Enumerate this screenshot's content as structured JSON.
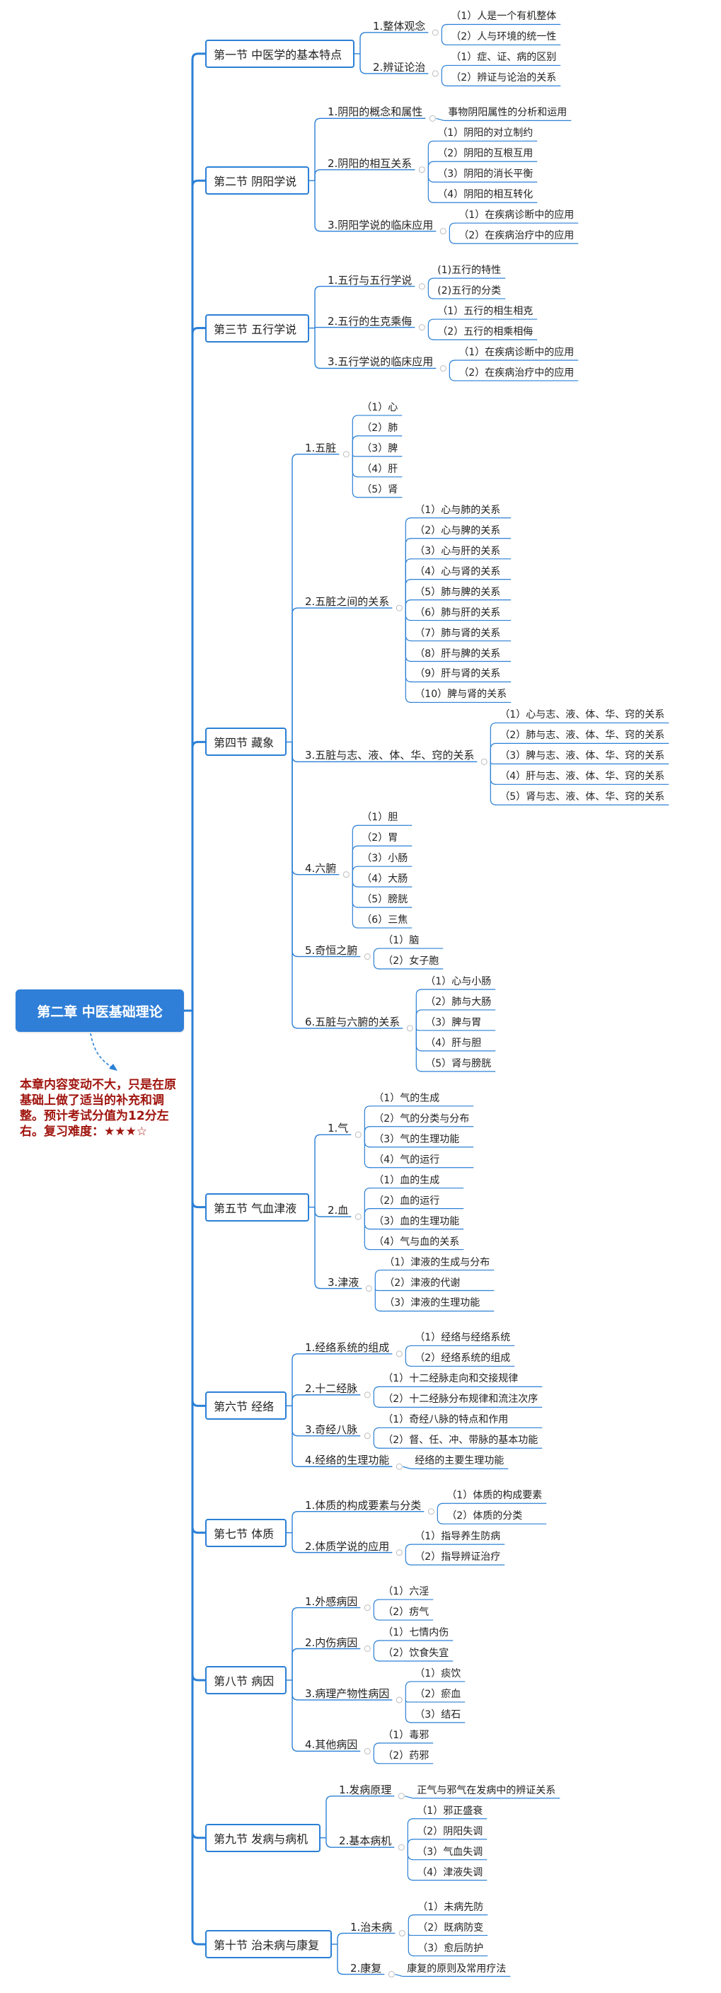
{
  "root": {
    "title": "第二章  中医基础理论"
  },
  "note": {
    "text": "本章内容变动不大，只是在原基础上做了适当的补充和调整。预计考试分值为12分左右。复习难度：★★★☆"
  },
  "sections": [
    {
      "label": "第一节  中医学的基本特点",
      "children": [
        {
          "label": "1.整体观念",
          "children": [
            "（1）人是一个有机整体",
            "（2）人与环境的统一性"
          ]
        },
        {
          "label": "2.辨证论治",
          "children": [
            "（1）症、证、病的区别",
            "（2）辨证与论治的关系"
          ]
        }
      ]
    },
    {
      "label": "第二节  阴阳学说",
      "children": [
        {
          "label": "1.阴阳的概念和属性",
          "children": [
            "事物阴阳属性的分析和运用"
          ]
        },
        {
          "label": "2.阴阳的相互关系",
          "children": [
            "（1）阴阳的对立制约",
            "（2）阴阳的互根互用",
            "（3）阴阳的消长平衡",
            "（4）阴阳的相互转化"
          ]
        },
        {
          "label": "3.阴阳学说的临床应用",
          "children": [
            "（1）在疾病诊断中的应用",
            "（2）在疾病治疗中的应用"
          ]
        }
      ]
    },
    {
      "label": "第三节  五行学说",
      "children": [
        {
          "label": "1.五行与五行学说",
          "children": [
            "(1)五行的特性",
            "(2)五行的分类"
          ]
        },
        {
          "label": "2.五行的生克乘侮",
          "children": [
            "（1）五行的相生相克",
            "（2）五行的相乘相侮"
          ]
        },
        {
          "label": "3.五行学说的临床应用",
          "children": [
            "（1）在疾病诊断中的应用",
            "（2）在疾病治疗中的应用"
          ]
        }
      ]
    },
    {
      "label": "第四节  藏象",
      "children": [
        {
          "label": "1.五脏",
          "children": [
            "（1）心",
            "（2）肺",
            "（3）脾",
            "（4）肝",
            "（5）肾"
          ]
        },
        {
          "label": "2.五脏之间的关系",
          "children": [
            "（1）心与肺的关系",
            "（2）心与脾的关系",
            "（3）心与肝的关系",
            "（4）心与肾的关系",
            "（5）肺与脾的关系",
            "（6）肺与肝的关系",
            "（7）肺与肾的关系",
            "（8）肝与脾的关系",
            "（9）肝与肾的关系",
            "（10）脾与肾的关系"
          ]
        },
        {
          "label": "3.五脏与志、液、体、华、窍的关系",
          "children": [
            "（1）心与志、液、体、华、窍的关系",
            "（2）肺与志、液、体、华、窍的关系",
            "（3）脾与志、液、体、华、窍的关系",
            "（4）肝与志、液、体、华、窍的关系",
            "（5）肾与志、液、体、华、窍的关系"
          ]
        },
        {
          "label": "4.六腑",
          "children": [
            "（1）胆",
            "（2）胃",
            "（3）小肠",
            "（4）大肠",
            "（5）膀胱",
            "（6）三焦"
          ]
        },
        {
          "label": "5.奇恒之腑",
          "children": [
            "（1）脑",
            "（2）女子胞"
          ]
        },
        {
          "label": "6.五脏与六腑的关系",
          "children": [
            "（1）心与小肠",
            "（2）肺与大肠",
            "（3）脾与胃",
            "（4）肝与胆",
            "（5）肾与膀胱"
          ]
        }
      ]
    },
    {
      "label": "第五节  气血津液",
      "children": [
        {
          "label": "1.气",
          "children": [
            "（1）气的生成",
            "（2）气的分类与分布",
            "（3）气的生理功能",
            "（4）气的运行"
          ]
        },
        {
          "label": "2.血",
          "children": [
            "（1）血的生成",
            "（2）血的运行",
            "（3）血的生理功能",
            "（4）气与血的关系"
          ]
        },
        {
          "label": "3.津液",
          "children": [
            "（1）津液的生成与分布",
            "（2）津液的代谢",
            "（3）津液的生理功能"
          ]
        }
      ]
    },
    {
      "label": "第六节  经络",
      "children": [
        {
          "label": "1.经络系统的组成",
          "children": [
            "（1）经络与经络系统",
            "（2）经络系统的组成"
          ]
        },
        {
          "label": "2.十二经脉",
          "children": [
            "（1）十二经脉走向和交接规律",
            "（2）十二经脉分布规律和流注次序"
          ]
        },
        {
          "label": "3.奇经八脉",
          "children": [
            "（1）奇经八脉的特点和作用",
            "（2）督、任、冲、带脉的基本功能"
          ]
        },
        {
          "label": "4.经络的生理功能",
          "children": [
            "经络的主要生理功能"
          ]
        }
      ]
    },
    {
      "label": "第七节  体质",
      "children": [
        {
          "label": "1.体质的构成要素与分类",
          "children": [
            "（1）体质的构成要素",
            "（2）体质的分类"
          ]
        },
        {
          "label": "2.体质学说的应用",
          "children": [
            "（1）指导养生防病",
            "（2）指导辨证治疗"
          ]
        }
      ]
    },
    {
      "label": "第八节  病因",
      "children": [
        {
          "label": "1.外感病因",
          "children": [
            "（1）六淫",
            "（2）疠气"
          ]
        },
        {
          "label": "2.内伤病因",
          "children": [
            "（1）七情内伤",
            "（2）饮食失宜"
          ]
        },
        {
          "label": "3.病理产物性病因",
          "children": [
            "（1）痰饮",
            "（2）瘀血",
            "（3）结石"
          ]
        },
        {
          "label": "4.其他病因",
          "children": [
            "（1）毒邪",
            "（2）药邪"
          ]
        }
      ]
    },
    {
      "label": "第九节  发病与病机",
      "children": [
        {
          "label": "1.发病原理",
          "children": [
            "正气与邪气在发病中的辨证关系"
          ]
        },
        {
          "label": "2.基本病机",
          "children": [
            "（1）邪正盛衰",
            "（2）阴阳失调",
            "（3）气血失调",
            "（4）津液失调"
          ]
        }
      ]
    },
    {
      "label": "第十节  治未病与康复",
      "children": [
        {
          "label": "1.治未病",
          "children": [
            "（1）未病先防",
            "（2）既病防变",
            "（3）愈后防护"
          ]
        },
        {
          "label": "2.康复",
          "children": [
            "康复的原则及常用疗法"
          ]
        }
      ]
    }
  ]
}
